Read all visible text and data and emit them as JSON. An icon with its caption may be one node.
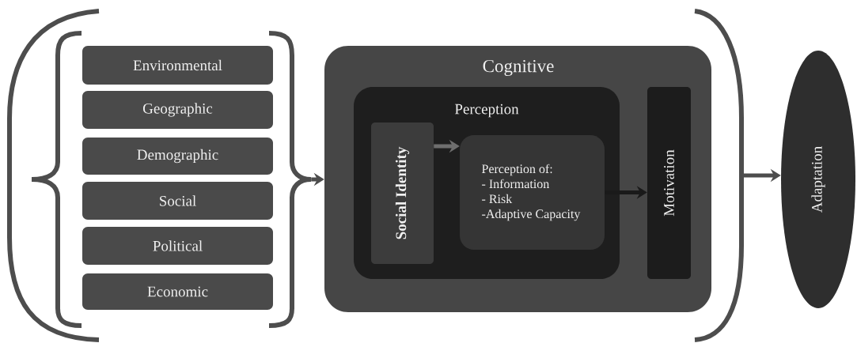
{
  "diagram": {
    "nodes": [
      {
        "text": [
          "Environmental"
        ]
      },
      {
        "text": [
          "Geographic"
        ]
      },
      {
        "text": [
          "Demographic"
        ]
      },
      {
        "text": [
          "Social"
        ]
      },
      {
        "text": [
          "Political"
        ]
      },
      {
        "text": [
          "Economic"
        ]
      },
      {
        "text": [
          "Cognitive"
        ]
      },
      {
        "text": [
          "Perception"
        ],
        "in": 6
      },
      {
        "text": [
          "Social Identity"
        ],
        "in": 7
      },
      {
        "text": [
          "Perception of:",
          "- Information",
          "- Risk",
          "-Adaptive Capacity"
        ],
        "in": 7
      },
      {
        "text": [
          "Motivation"
        ],
        "in": 6
      },
      {
        "text": [
          "Adaptation"
        ]
      },
      {
        "text": [],
        "shape": "brace"
      },
      {
        "text": [],
        "shape": "bracket"
      }
    ],
    "edges": [
      {
        "from": 12,
        "to": 6,
        "arrow": "to"
      },
      {
        "from": 8,
        "to": 9,
        "arrow": "to",
        "color": "#6e6e6e"
      },
      {
        "from": 9,
        "to": 10,
        "arrow": "to",
        "color": "#1a1a1a"
      },
      {
        "from": 13,
        "to": 11,
        "arrow": "to"
      }
    ]
  }
}
